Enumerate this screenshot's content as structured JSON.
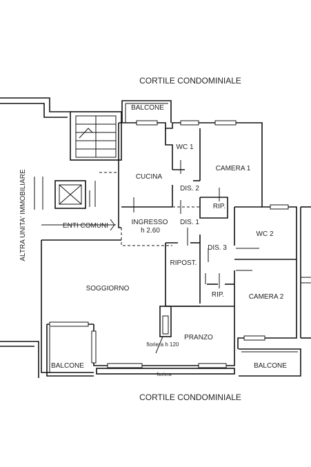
{
  "plan": {
    "courtyard_top": "CORTILE CONDOMINIALE",
    "courtyard_bottom": "CORTILE CONDOMINIALE",
    "neighbor_unit": "ALTRA UNITA' IMMOBILIARE",
    "rooms": {
      "balcone_top": "BALCONE",
      "wc1": "WC 1",
      "camera1": "CAMERA 1",
      "cucina": "CUCINA",
      "dis2": "DIS. 2",
      "rip1": "RIP.",
      "ingresso": "INGRESSO",
      "ingresso_height": "h 2.60",
      "dis1": "DIS. 1",
      "enti_comuni": "ENTI COMUNI",
      "wc2": "WC 2",
      "dis3": "DIS. 3",
      "ripost": "RIPOST.",
      "soggiorno": "SOGGIORNO",
      "rip2": "RIP.",
      "camera2": "CAMERA 2",
      "pranzo": "PRANZO",
      "fioriera_h": "fioriera h 120",
      "balcone_left": "BALCONE",
      "balcone_right": "BALCONE",
      "fioriera": "fioriera"
    }
  }
}
